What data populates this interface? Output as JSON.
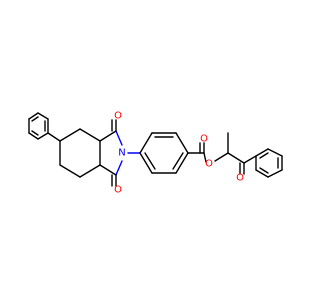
{
  "molecule": {
    "atoms": {
      "n1": "N",
      "o_imide_top": "O",
      "o_imide_bottom": "O",
      "o_carbonyl_ester": "O",
      "o_ester_link": "O",
      "o_ketone": "O"
    }
  },
  "colors": {
    "bond": "#000000",
    "oxygen": "#ff0000",
    "nitrogen": "#0000ff",
    "background": "#ffffff"
  }
}
